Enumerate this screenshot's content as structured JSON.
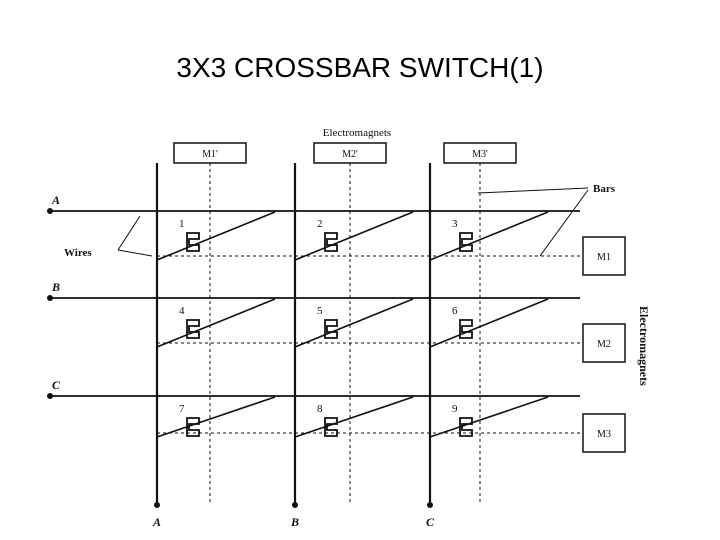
{
  "title": "3X3 CROSSBAR SWITCH(1)",
  "diagram": {
    "top_label": "Electromagnets",
    "side_label": "Electromagnets",
    "bars_label": "Bars",
    "wires_label": "Wires",
    "vertical_magnets": [
      "M1'",
      "M2'",
      "M3'"
    ],
    "horizontal_magnets": [
      "M1",
      "M2",
      "M3"
    ],
    "row_inputs": [
      "A",
      "B",
      "C"
    ],
    "column_outputs": [
      "A",
      "B",
      "C"
    ],
    "crosspoints": [
      "1",
      "2",
      "3",
      "4",
      "5",
      "6",
      "7",
      "8",
      "9"
    ]
  }
}
